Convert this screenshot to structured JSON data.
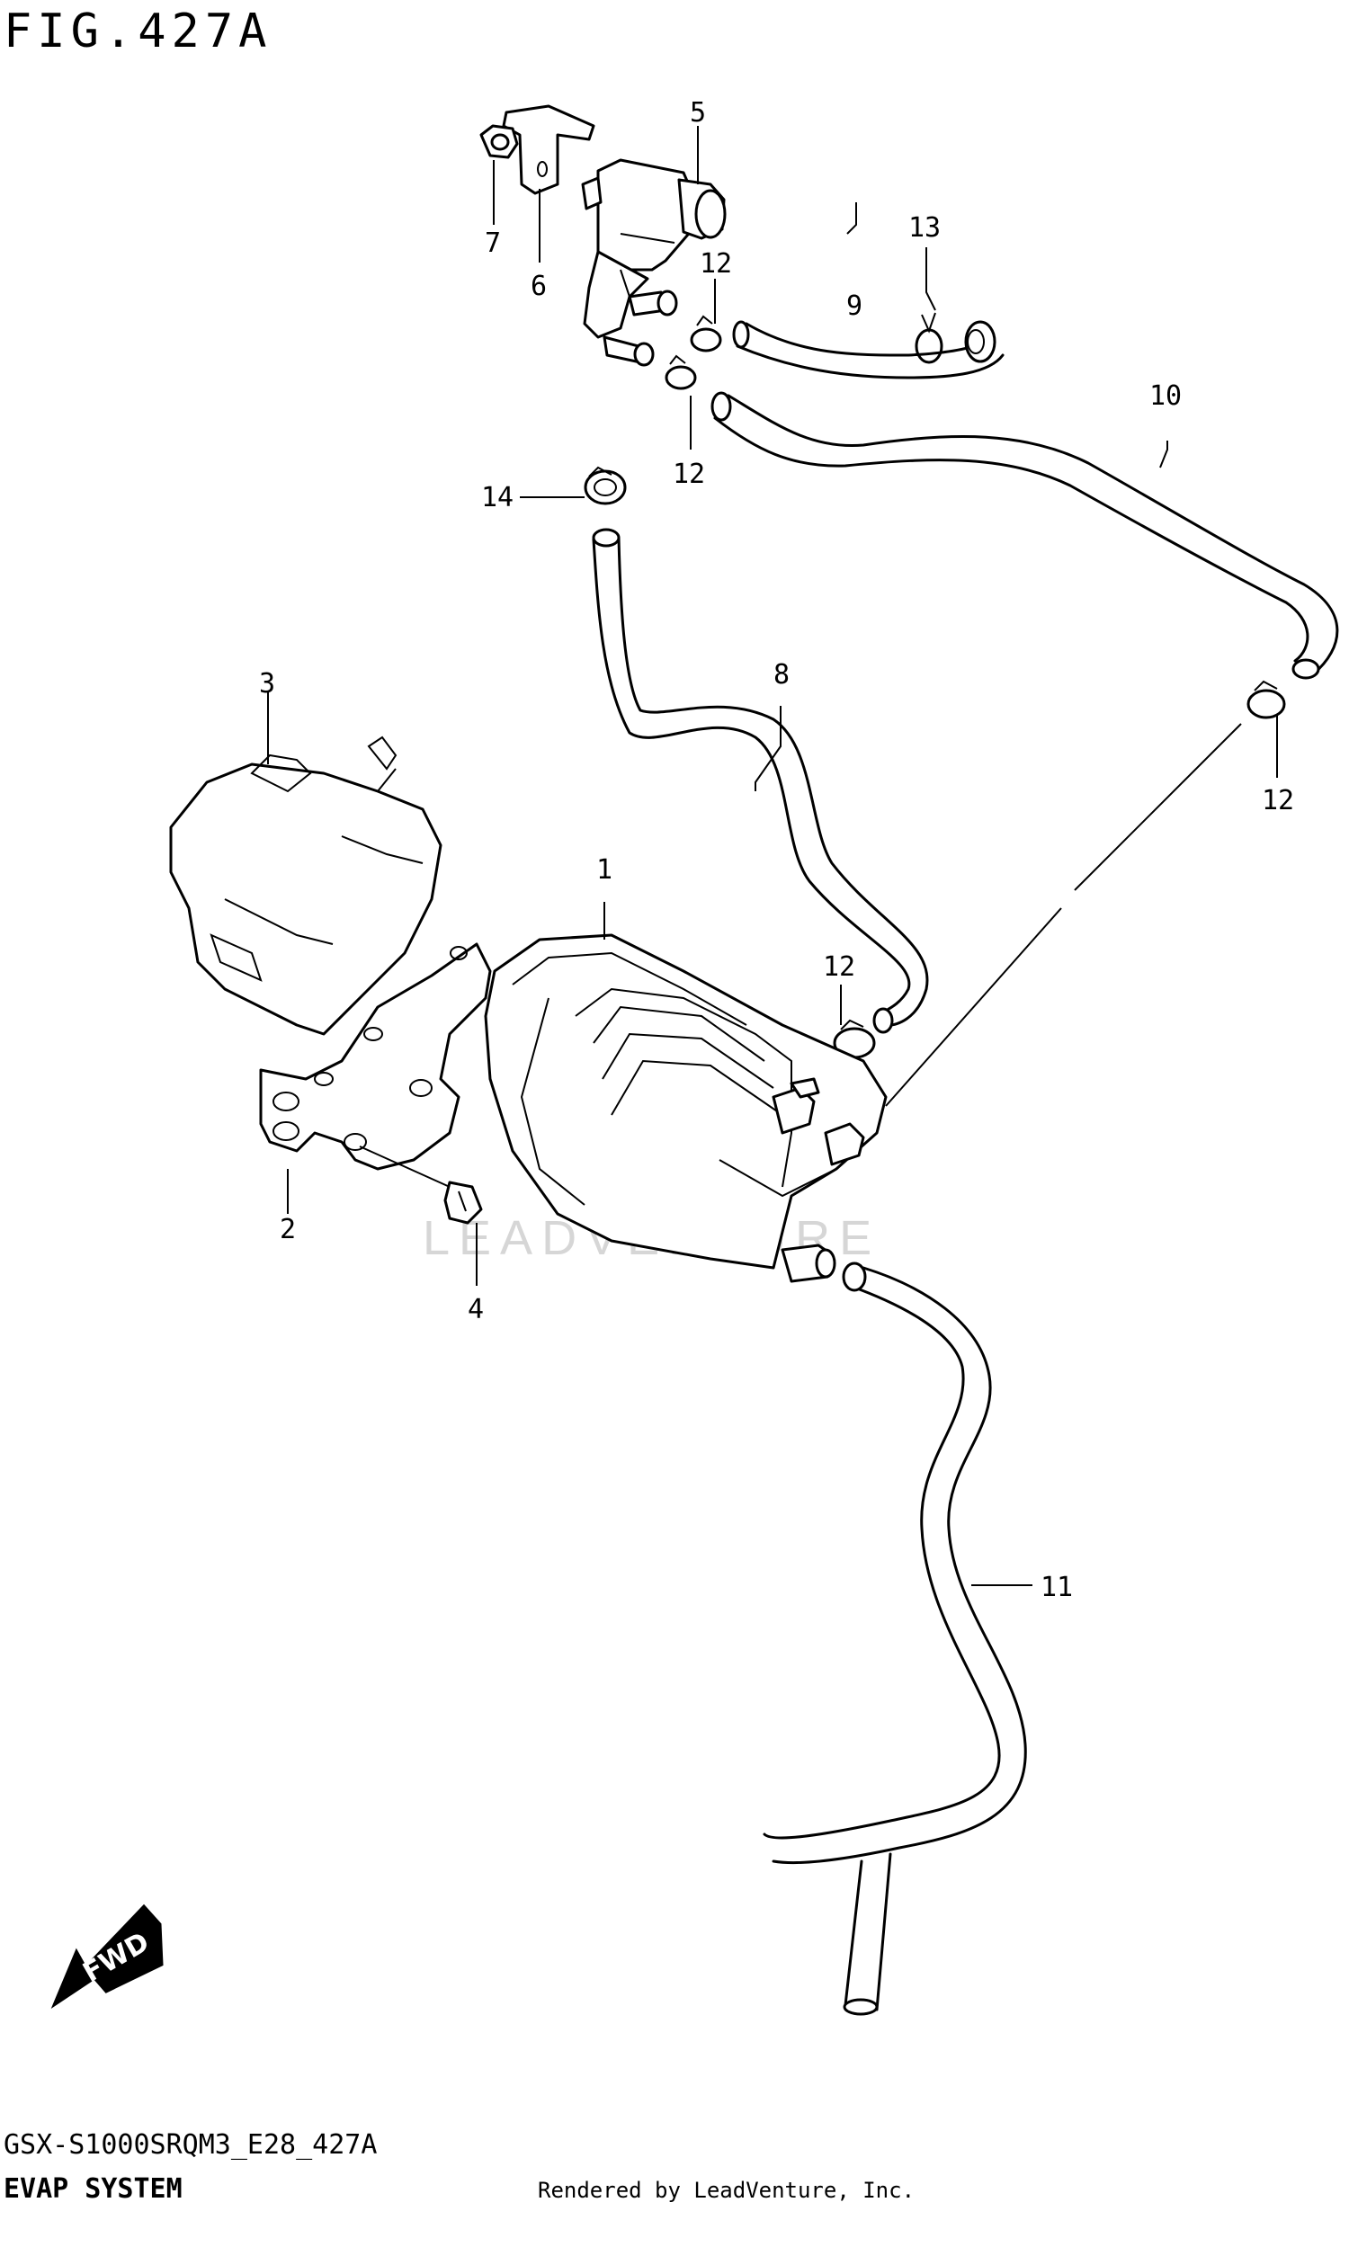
{
  "figure": {
    "title": "FIG.427A"
  },
  "callouts": [
    {
      "id": "c1",
      "text": "1"
    },
    {
      "id": "c2",
      "text": "2"
    },
    {
      "id": "c3",
      "text": "3"
    },
    {
      "id": "c4",
      "text": "4"
    },
    {
      "id": "c5",
      "text": "5"
    },
    {
      "id": "c6",
      "text": "6"
    },
    {
      "id": "c7",
      "text": "7"
    },
    {
      "id": "c8",
      "text": "8"
    },
    {
      "id": "c9",
      "text": "9"
    },
    {
      "id": "c10",
      "text": "10"
    },
    {
      "id": "c11",
      "text": "11"
    },
    {
      "id": "c12a",
      "text": "12"
    },
    {
      "id": "c12b",
      "text": "12"
    },
    {
      "id": "c12c",
      "text": "12"
    },
    {
      "id": "c12d",
      "text": "12"
    },
    {
      "id": "c13",
      "text": "13"
    },
    {
      "id": "c14",
      "text": "14"
    }
  ],
  "fwd_label": "FWD",
  "watermark": "LEADVENTURE",
  "footer": {
    "code": "GSX-S1000SRQM3_E28_427A",
    "system_name": "EVAP SYSTEM",
    "credit": "Rendered by LeadVenture, Inc."
  }
}
